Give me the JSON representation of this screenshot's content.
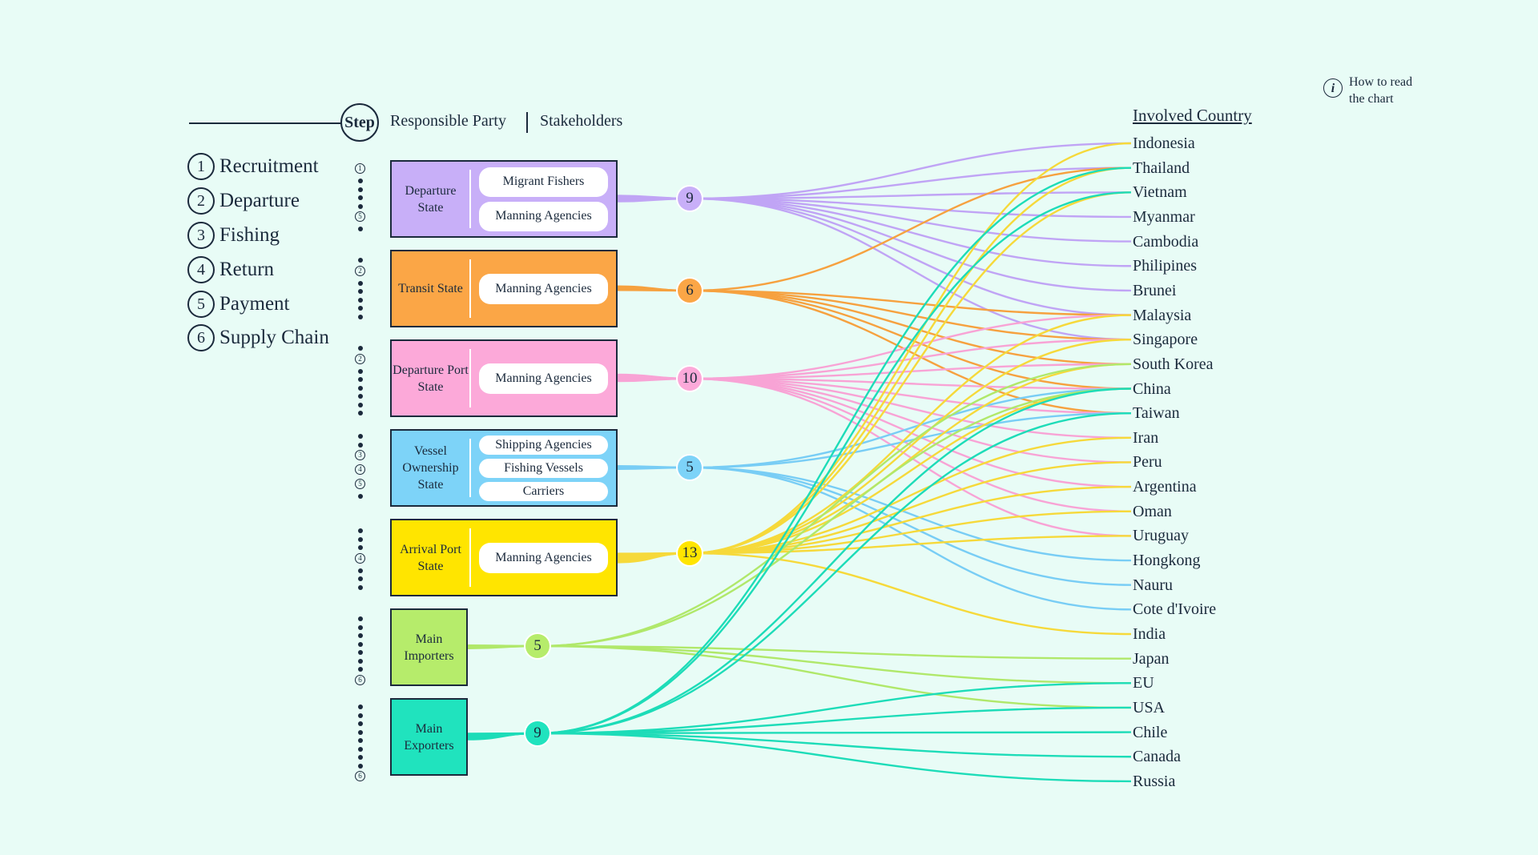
{
  "header": {
    "step_label": "Step",
    "responsible_party": "Responsible Party",
    "stakeholders": "Stakeholders",
    "involved_country": "Involved Country",
    "how_to_read_line1": "How to read",
    "how_to_read_line2": "the chart",
    "info_glyph": "i"
  },
  "legend": [
    {
      "num": "1",
      "label": "Recruitment"
    },
    {
      "num": "2",
      "label": "Departure"
    },
    {
      "num": "3",
      "label": "Fishing"
    },
    {
      "num": "4",
      "label": "Return"
    },
    {
      "num": "5",
      "label": "Payment"
    },
    {
      "num": "6",
      "label": "Supply Chain"
    }
  ],
  "parties": [
    {
      "id": "departure-state",
      "title": "Departure State",
      "stakeholders": [
        "Migrant Fishers",
        "Manning Agencies"
      ],
      "count": "9",
      "color": "#c8aff8",
      "line_color": "#c0a4f5",
      "steps": [
        "1",
        "5"
      ],
      "countries": [
        "Indonesia",
        "Thailand",
        "Vietnam",
        "Myanmar",
        "Cambodia",
        "Philipines",
        "Brunei",
        "Malaysia",
        "Singapore"
      ]
    },
    {
      "id": "transit-state",
      "title": "Transit State",
      "stakeholders": [
        "Manning Agencies"
      ],
      "count": "6",
      "color": "#fba646",
      "line_color": "#f6a13f",
      "steps": [
        "2"
      ],
      "countries": [
        "Thailand",
        "Malaysia",
        "Singapore",
        "South Korea",
        "China",
        "Taiwan"
      ]
    },
    {
      "id": "departure-port-state",
      "title": "Departure Port State",
      "stakeholders": [
        "Manning Agencies"
      ],
      "count": "10",
      "color": "#fca9d9",
      "line_color": "#f8a3d5",
      "steps": [
        "2"
      ],
      "countries": [
        "Malaysia",
        "Singapore",
        "South Korea",
        "China",
        "Taiwan",
        "Iran",
        "Peru",
        "Argentina",
        "Oman",
        "Uruguay"
      ]
    },
    {
      "id": "vessel-ownership-state",
      "title": "Vessel Ownership State",
      "stakeholders": [
        "Shipping Agencies",
        "Fishing Vessels",
        "Carriers"
      ],
      "count": "5",
      "color": "#7dd3f8",
      "line_color": "#78cdf5",
      "steps": [
        "3",
        "4",
        "5"
      ],
      "countries": [
        "China",
        "Taiwan",
        "Hongkong",
        "Nauru",
        "Cote d'Ivoire"
      ]
    },
    {
      "id": "arrival-port-state",
      "title": "Arrival Port State",
      "stakeholders": [
        "Manning Agencies"
      ],
      "count": "13",
      "color": "#ffe500",
      "line_color": "#f6d93a",
      "steps": [
        "4"
      ],
      "countries": [
        "Indonesia",
        "Thailand",
        "Vietnam",
        "Malaysia",
        "Singapore",
        "South Korea",
        "China",
        "Iran",
        "Peru",
        "Argentina",
        "Oman",
        "Uruguay",
        "India"
      ]
    },
    {
      "id": "main-importers",
      "title": "Main Importers",
      "stakeholders": [],
      "count": "5",
      "color": "#b6ec6b",
      "line_color": "#b0e86a",
      "steps": [
        "6"
      ],
      "countries": [
        "South Korea",
        "China",
        "Japan",
        "EU",
        "USA"
      ]
    },
    {
      "id": "main-exporters",
      "title": "Main Exporters",
      "stakeholders": [],
      "count": "9",
      "color": "#20e3be",
      "line_color": "#1ddcb8",
      "steps": [
        "6"
      ],
      "countries": [
        "Thailand",
        "Vietnam",
        "China",
        "Taiwan",
        "EU",
        "USA",
        "Chile",
        "Canada",
        "Russia"
      ]
    }
  ],
  "countries": [
    "Indonesia",
    "Thailand",
    "Vietnam",
    "Myanmar",
    "Cambodia",
    "Philipines",
    "Brunei",
    "Malaysia",
    "Singapore",
    "South Korea",
    "China",
    "Taiwan",
    "Iran",
    "Peru",
    "Argentina",
    "Oman",
    "Uruguay",
    "Hongkong",
    "Nauru",
    "Cote d'Ivoire",
    "India",
    "Japan",
    "EU",
    "USA",
    "Chile",
    "Canada",
    "Russia"
  ]
}
